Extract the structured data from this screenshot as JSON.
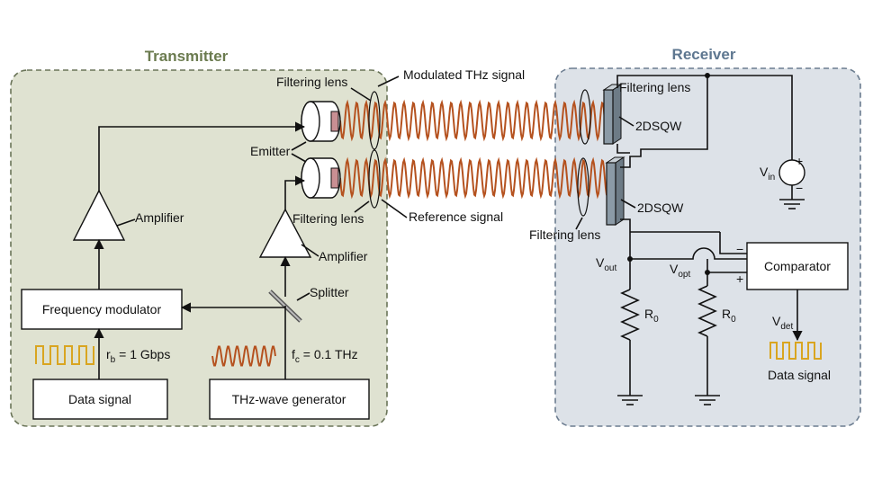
{
  "colors": {
    "transmitter_fill": "#dfe2d1",
    "transmitter_border": "#6a7458",
    "transmitter_title": "#6b7b4f",
    "receiver_fill": "#dde2e8",
    "receiver_border": "#6b7c8f",
    "receiver_title": "#5e7790",
    "thz_wave": "#b5521f",
    "data_wave": "#d9a520",
    "qw_fill": "#8b9aa6"
  },
  "transmitter": {
    "title": "Transmitter",
    "filtering_lens_top": "Filtering lens",
    "emitter": "Emitter",
    "filtering_lens_bottom": "Filtering lens",
    "amplifier_left": "Amplifier",
    "amplifier_right": "Amplifier",
    "splitter": "Splitter",
    "frequency_modulator": "Frequency modulator",
    "bitrate": {
      "main": "r",
      "sub": "b",
      "rest": " = 1 Gbps"
    },
    "carrier": {
      "main": "f",
      "sub": "c",
      "rest": " = 0.1 THz"
    },
    "data_signal": "Data signal",
    "thz_generator": "THz-wave generator"
  },
  "beams": {
    "modulated": "Modulated THz signal",
    "reference": "Reference signal"
  },
  "receiver": {
    "title": "Receiver",
    "filtering_lens_top": "Filtering lens",
    "qw_top": "2DSQW",
    "qw_bottom": "2DSQW",
    "filtering_lens_bottom": "Filtering lens",
    "vin": {
      "main": "V",
      "sub": "in"
    },
    "vout": {
      "main": "V",
      "sub": "out"
    },
    "vopt": {
      "main": "V",
      "sub": "opt"
    },
    "vdet": {
      "main": "V",
      "sub": "det"
    },
    "r0_left": {
      "main": "R",
      "sub": "0"
    },
    "r0_right": {
      "main": "R",
      "sub": "0"
    },
    "comparator": "Comparator",
    "minus": "−",
    "plus": "+",
    "vin_plus": "+",
    "vin_minus": "−",
    "data_signal": "Data signal"
  }
}
